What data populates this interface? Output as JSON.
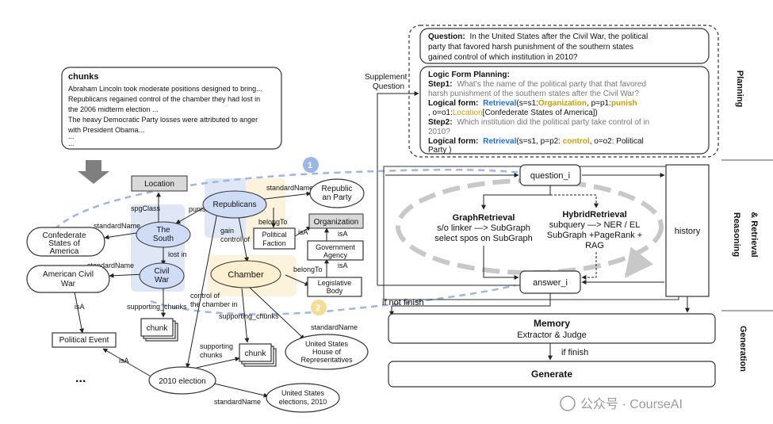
{
  "chunks": {
    "title": "chunks",
    "lines": [
      "Abraham Lincoln took moderate positions designed to bring...",
      "Republicans regained control of the chamber they had lost in",
      "the 2006 midterm election ...",
      "The heavy Democratic Party losses were attributed to anger",
      "with President Obama...",
      "...",
      "..."
    ]
  },
  "graph": {
    "nodes": {
      "location": "Location",
      "south": [
        "The",
        "South"
      ],
      "confederate": [
        "Confederate",
        "States of",
        "America"
      ],
      "civil_war": [
        "Civil",
        "War"
      ],
      "american_civil_war": [
        "American Civil",
        "War"
      ],
      "political_event": "Political Event",
      "republicans": "Republicans",
      "republican_party": [
        "Republic",
        "an Party"
      ],
      "political_faction": [
        "Political",
        "Faction"
      ],
      "organization": "Organization",
      "government_agency": [
        "Government",
        "Agency"
      ],
      "legislative_body": [
        "Legislative",
        "Body"
      ],
      "chamber": "Chamber",
      "us_house": [
        "United States",
        "House of",
        "Representatives"
      ],
      "election_2010": "2010 election",
      "us_elections": [
        "United States",
        "elections, 2010"
      ],
      "chunk_a": "chunk",
      "chunk_b": "chunk",
      "ellipsis": "..."
    },
    "edges": {
      "spgClass": "spgClass",
      "punish": "punish",
      "standardName_1": "standardName",
      "standardName_2": "standardName",
      "standardName_3": "standardName",
      "standardName_4": "standardName",
      "standardName_5": "standardName",
      "lost_in": "lost in",
      "isA_1": "isA",
      "isA_2": "isA",
      "isA_3": "isA",
      "isA_4": "isA",
      "isA_5": "isA",
      "supporting_chunks_1": "supporting_chunks",
      "supporting_chunks_2": "supporting_chunks",
      "supporting_chunks_3": [
        "supporting",
        "chunks"
      ],
      "gain_control": [
        "gain",
        "control of"
      ],
      "belongTo_1": "belongTo",
      "belongTo_2": "belongTo",
      "control_chamber": [
        "control of",
        "the chamber in"
      ]
    },
    "markers": {
      "one": "1",
      "two": "2"
    }
  },
  "planning": {
    "question_label": "Question:",
    "question_lines": [
      "In the United States after the Civil War, the political",
      "party that favored harsh punishment of the southern states",
      "gained control of which institution in 2010?"
    ],
    "lf_title": "Logic Form Planning:",
    "step1_label": "Step1:",
    "step1_lines": [
      "What's the name of the political party that that favored",
      "harsh punishment of the southern states after the Civil War?"
    ],
    "lf_label": "Logical form:",
    "retrieval": "Retrieval",
    "lf1_a": "(s=s1:",
    "lf1_org": "Organization",
    "lf1_b": ", p=p1:",
    "lf1_punish": "punish",
    "lf1_c": ", o=o1:",
    "lf1_loc": "Location",
    "lf1_d": "[Confederate States of America])",
    "step2_label": "Step2:",
    "step2_lines": [
      "Which institution did the political party take control of in",
      "2010?"
    ],
    "lf2_a": "(s=s1, p=p2: ",
    "lf2_control": "control",
    "lf2_b": ", o=o2: Political",
    "lf2_c": "Party )"
  },
  "supplement": [
    "Supplement",
    "Question"
  ],
  "retrieval": {
    "question_i": "question_i",
    "answer_i": "answer_i",
    "history": "history",
    "graph_title": "GraphRetrieval",
    "graph_lines": [
      "s/o linker —> SubGraph",
      "select spos on SubGraph"
    ],
    "hybrid_title": "HybridRetrieval",
    "hybrid_lines": [
      "subquery —> NER / EL",
      "SubGraph +PageRank +",
      "RAG"
    ],
    "if_not_finish": "if not finish"
  },
  "generation": {
    "memory_title": "Memory",
    "memory_sub": "Extractor & Judge",
    "if_finish": "if finish",
    "generate": "Generate"
  },
  "side_labels": {
    "planning": "Planning",
    "reasoning": [
      "Reasoning",
      "&",
      "Retrieval"
    ],
    "generation": "Generation"
  },
  "watermark": "公众号 · CourseAI"
}
